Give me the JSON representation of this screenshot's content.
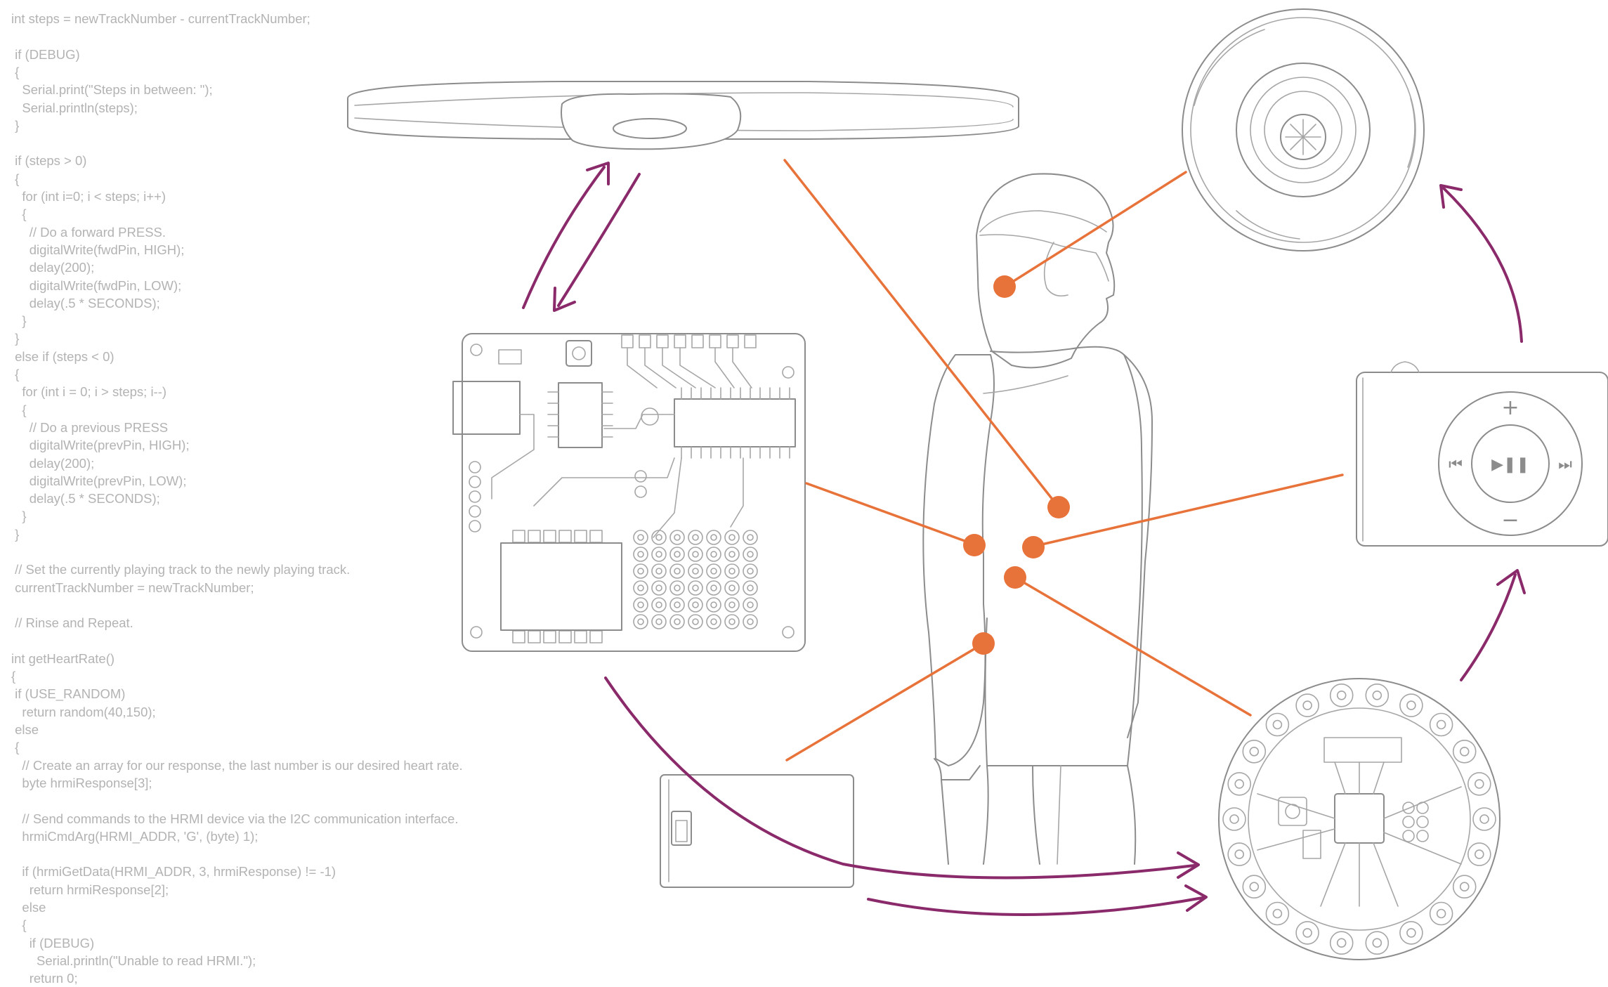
{
  "code": {
    "lines": [
      "int steps = newTrackNumber - currentTrackNumber;",
      "",
      " if (DEBUG)",
      " {",
      "   Serial.print(\"Steps in between: \");",
      "   Serial.println(steps);",
      " }",
      "",
      " if (steps > 0)",
      " {",
      "   for (int i=0; i < steps; i++)",
      "   {",
      "     // Do a forward PRESS.",
      "     digitalWrite(fwdPin, HIGH);",
      "     delay(200);",
      "     digitalWrite(fwdPin, LOW);",
      "     delay(.5 * SECONDS);",
      "   }",
      " }",
      " else if (steps < 0)",
      " {",
      "   for (int i = 0; i > steps; i--)",
      "   {",
      "     // Do a previous PRESS",
      "     digitalWrite(prevPin, HIGH);",
      "     delay(200);",
      "     digitalWrite(prevPin, LOW);",
      "     delay(.5 * SECONDS);",
      "   }",
      " }",
      "",
      " // Set the currently playing track to the newly playing track.",
      " currentTrackNumber = newTrackNumber;",
      "",
      " // Rinse and Repeat.",
      "",
      "int getHeartRate()",
      "{",
      " if (USE_RANDOM)",
      "   return random(40,150);",
      " else",
      " {",
      "   // Create an array for our response, the last number is our desired heart rate.",
      "   byte hrmiResponse[3];",
      "",
      "   // Send commands to the HRMI device via the I2C communication interface.",
      "   hrmiCmdArg(HRMI_ADDR, 'G', (byte) 1);",
      "",
      "   if (hrmiGetData(HRMI_ADDR, 3, hrmiResponse) != -1)",
      "     return hrmiResponse[2];",
      "   else",
      "   {",
      "     if (DEBUG)",
      "       Serial.println(\"Unable to read HRMI.\");",
      "     return 0;"
    ]
  },
  "colors": {
    "code_text": "#b3b3b3",
    "sketch": "#8c8c8c",
    "connector": "#e8733a",
    "flow_arrow": "#8a2a6a",
    "background": "#ffffff"
  },
  "components": [
    {
      "name": "heart-rate-chest-strap"
    },
    {
      "name": "speaker"
    },
    {
      "name": "receiver-circuit-board"
    },
    {
      "name": "person-wearing-vest"
    },
    {
      "name": "mp3-player"
    },
    {
      "name": "battery-pack"
    },
    {
      "name": "lilypad-microcontroller"
    }
  ],
  "player": {
    "plus": "+",
    "minus": "−",
    "play_pause": "▶❚❚",
    "prev": "⏮",
    "next": "⏭"
  }
}
